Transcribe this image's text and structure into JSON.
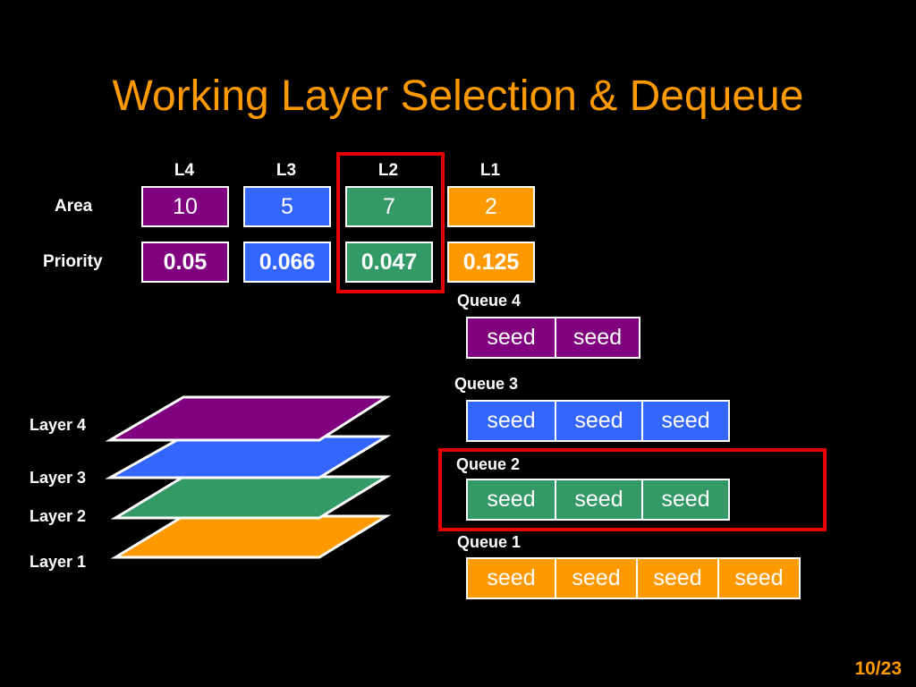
{
  "title": "Working Layer Selection & Dequeue",
  "row_labels": {
    "area": "Area",
    "priority": "Priority"
  },
  "columns": [
    {
      "name": "L4",
      "area": "10",
      "priority": "0.05",
      "color": "#800080"
    },
    {
      "name": "L3",
      "area": "5",
      "priority": "0.066",
      "color": "#3366ff"
    },
    {
      "name": "L2",
      "area": "7",
      "priority": "0.047",
      "color": "#339966"
    },
    {
      "name": "L1",
      "area": "2",
      "priority": "0.125",
      "color": "#ff9900"
    }
  ],
  "queues": [
    {
      "label": "Queue 4",
      "color": "#800080",
      "cells": [
        "seed",
        "seed"
      ]
    },
    {
      "label": "Queue 3",
      "color": "#3366ff",
      "cells": [
        "seed",
        "seed",
        "seed"
      ]
    },
    {
      "label": "Queue 2",
      "color": "#339966",
      "cells": [
        "seed",
        "seed",
        "seed"
      ]
    },
    {
      "label": "Queue 1",
      "color": "#ff9900",
      "cells": [
        "seed",
        "seed",
        "seed",
        "seed"
      ]
    }
  ],
  "layers": [
    {
      "label": "Layer 4",
      "color": "#800080"
    },
    {
      "label": "Layer 3",
      "color": "#3366ff"
    },
    {
      "label": "Layer 2",
      "color": "#339966"
    },
    {
      "label": "Layer 1",
      "color": "#ff9900"
    }
  ],
  "highlight_color": "#e60000",
  "page": {
    "current": "10",
    "sep": "/",
    "total": "23"
  }
}
